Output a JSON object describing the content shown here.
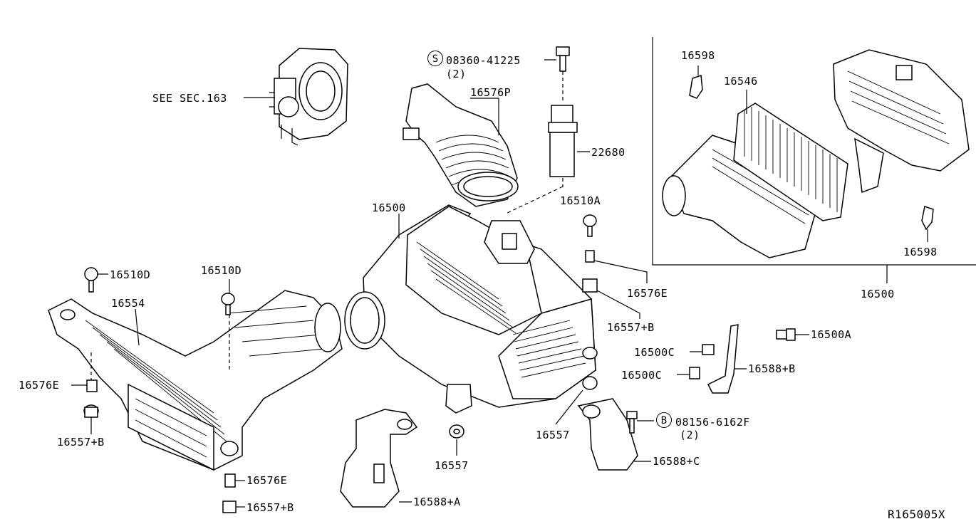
{
  "diagram_code": "R165005X",
  "labels": {
    "see_sec": "SEE SEC.163",
    "bolt_s": "08360-41225",
    "bolt_s_qty": "(2)",
    "bolt_s_prefix": "S",
    "p16576P": "16576P",
    "p22680": "22680",
    "p16510A": "16510A",
    "p16500_main": "16500",
    "p16576E_right": "16576E",
    "p16557B_right": "16557+B",
    "p16500C_1": "16500C",
    "p16500C_2": "16500C",
    "p16588B": "16588+B",
    "p16500A": "16500A",
    "bolt_b": "08156-6162F",
    "bolt_b_qty": "(2)",
    "bolt_b_prefix": "B",
    "p16557_right": "16557",
    "p16588C": "16588+C",
    "p16557_mid": "16557",
    "p16588A": "16588+A",
    "p16510D_left": "16510D",
    "p16510D_mid": "16510D",
    "p16554": "16554",
    "p16576E_left": "16576E",
    "p16557B_left": "16557+B",
    "p16576E_bottom": "16576E",
    "p16557B_bottom": "16557+B",
    "p16598_top": "16598",
    "p16546": "16546",
    "p16598_bottom": "16598",
    "p16500_box": "16500"
  }
}
